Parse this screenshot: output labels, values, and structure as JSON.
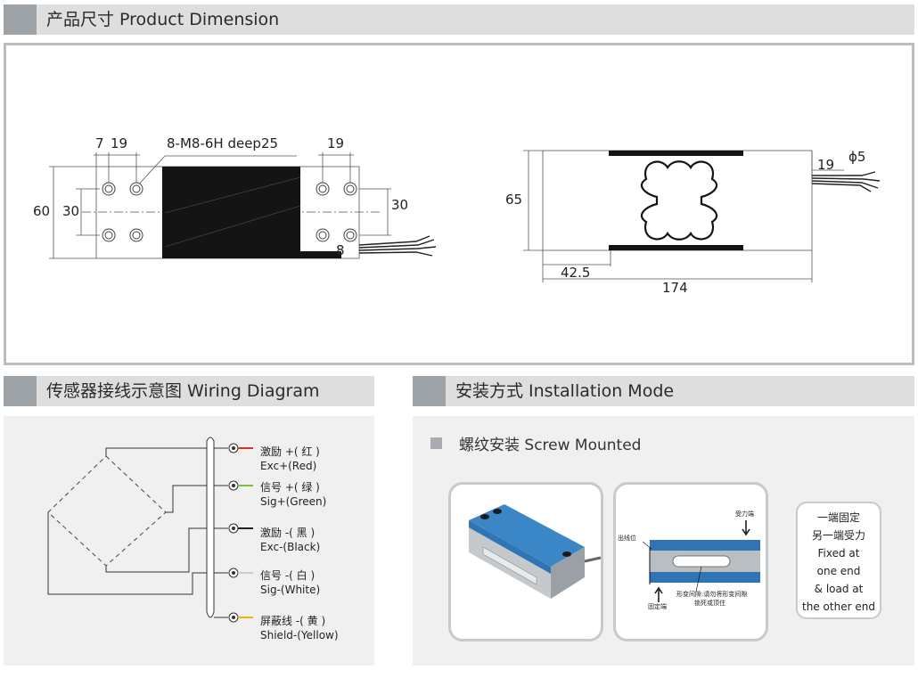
{
  "sections": {
    "dimension": {
      "title": "产品尺寸 Product Dimension"
    },
    "wiring": {
      "title": "传感器接线示意图 Wiring Diagram"
    },
    "installation": {
      "title": "安装方式 Installation Mode"
    }
  },
  "dimension_drawing": {
    "front_view": {
      "thread_spec": "8-M8-6H deep25",
      "hole_edge_offset": "7",
      "hole_spacing_left": "19",
      "hole_spacing_right": "19",
      "height": "60",
      "hole_pitch_left": "30",
      "hole_pitch_right": "30",
      "plate_thickness": "8"
    },
    "side_view": {
      "height": "65",
      "gap": "19",
      "cable_diameter": "ϕ5",
      "center_offset": "42.5",
      "length": "174"
    }
  },
  "wiring_diagram": {
    "wires": [
      {
        "cn": "激励 +( 红 )",
        "en": "Exc+(Red)",
        "color": "#d9342b"
      },
      {
        "cn": "信号 +( 绿 )",
        "en": "Sig+(Green)",
        "color": "#7bbf3a"
      },
      {
        "cn": "激励 -( 黑 )",
        "en": "Exc-(Black)",
        "color": "#222222"
      },
      {
        "cn": "信号 -( 白 )",
        "en": "Sig-(White)",
        "color": "#eeeeee"
      },
      {
        "cn": "屏蔽线 -( 黄 )",
        "en": "Shield-(Yellow)",
        "color": "#e6b422"
      }
    ]
  },
  "installation_mode": {
    "method": "螺纹安装 Screw Mounted",
    "detail_labels": {
      "force_end": "受力端",
      "cable_outlet": "出线位",
      "fixed_end": "固定端",
      "gap_note_line1": "形变间隙:请勿将形变间隙",
      "gap_note_line2": "锁死或顶住"
    },
    "note_lines": [
      "一端固定",
      "另一端受力",
      "Fixed at",
      "one end",
      "& load at",
      "the other end"
    ]
  },
  "colors": {
    "header_bg": "#dedede",
    "header_square": "#9ea3a8",
    "panel_bg": "#f0f0f0",
    "sensor_blue": "#2f74b5"
  }
}
